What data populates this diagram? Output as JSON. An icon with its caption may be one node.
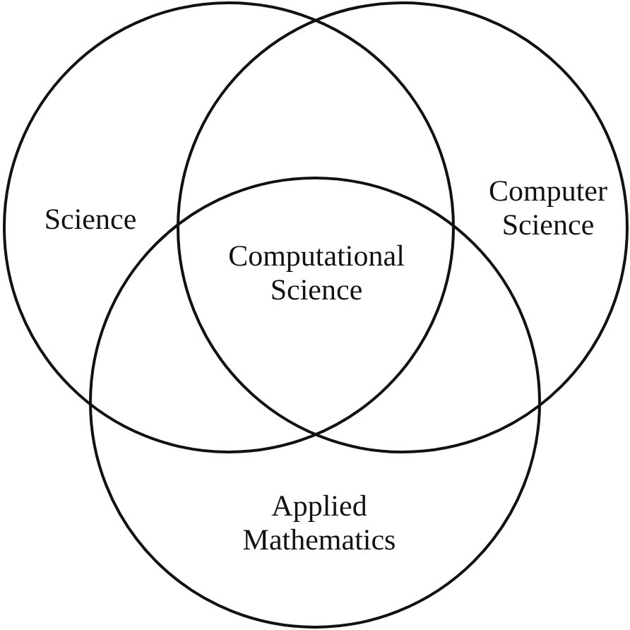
{
  "diagram": {
    "nodes": [
      {
        "text": [
          "Science"
        ]
      },
      {
        "text": [
          "Computer Science"
        ]
      },
      {
        "text": [
          "Applied Mathematics"
        ]
      }
    ],
    "labels": [
      "Computational Science"
    ]
  }
}
